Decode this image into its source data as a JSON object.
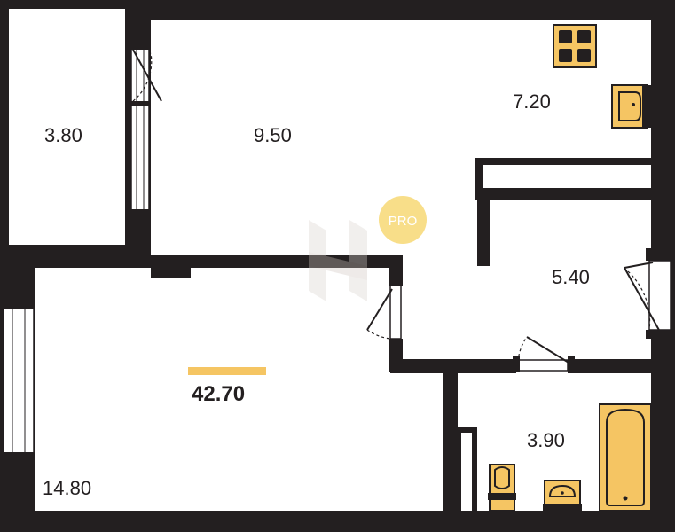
{
  "plan": {
    "total_area": "42.70",
    "rooms": [
      {
        "id": "balcony",
        "area": "3.80"
      },
      {
        "id": "kitchen",
        "area": "9.50"
      },
      {
        "id": "kitchen-niche",
        "area": "7.20"
      },
      {
        "id": "hallway",
        "area": "5.40"
      },
      {
        "id": "living-room",
        "area": "14.80"
      },
      {
        "id": "bathroom",
        "area": "3.90"
      }
    ],
    "watermark": {
      "badge": "PRO"
    }
  },
  "colors": {
    "walls": "#231f20",
    "accent": "#f5c563",
    "background": "#ffffff"
  },
  "icons": [
    "stove-icon",
    "kitchen-sink-icon",
    "bathtub-icon",
    "toilet-icon",
    "washbasin-icon",
    "door-icon",
    "window-icon"
  ]
}
